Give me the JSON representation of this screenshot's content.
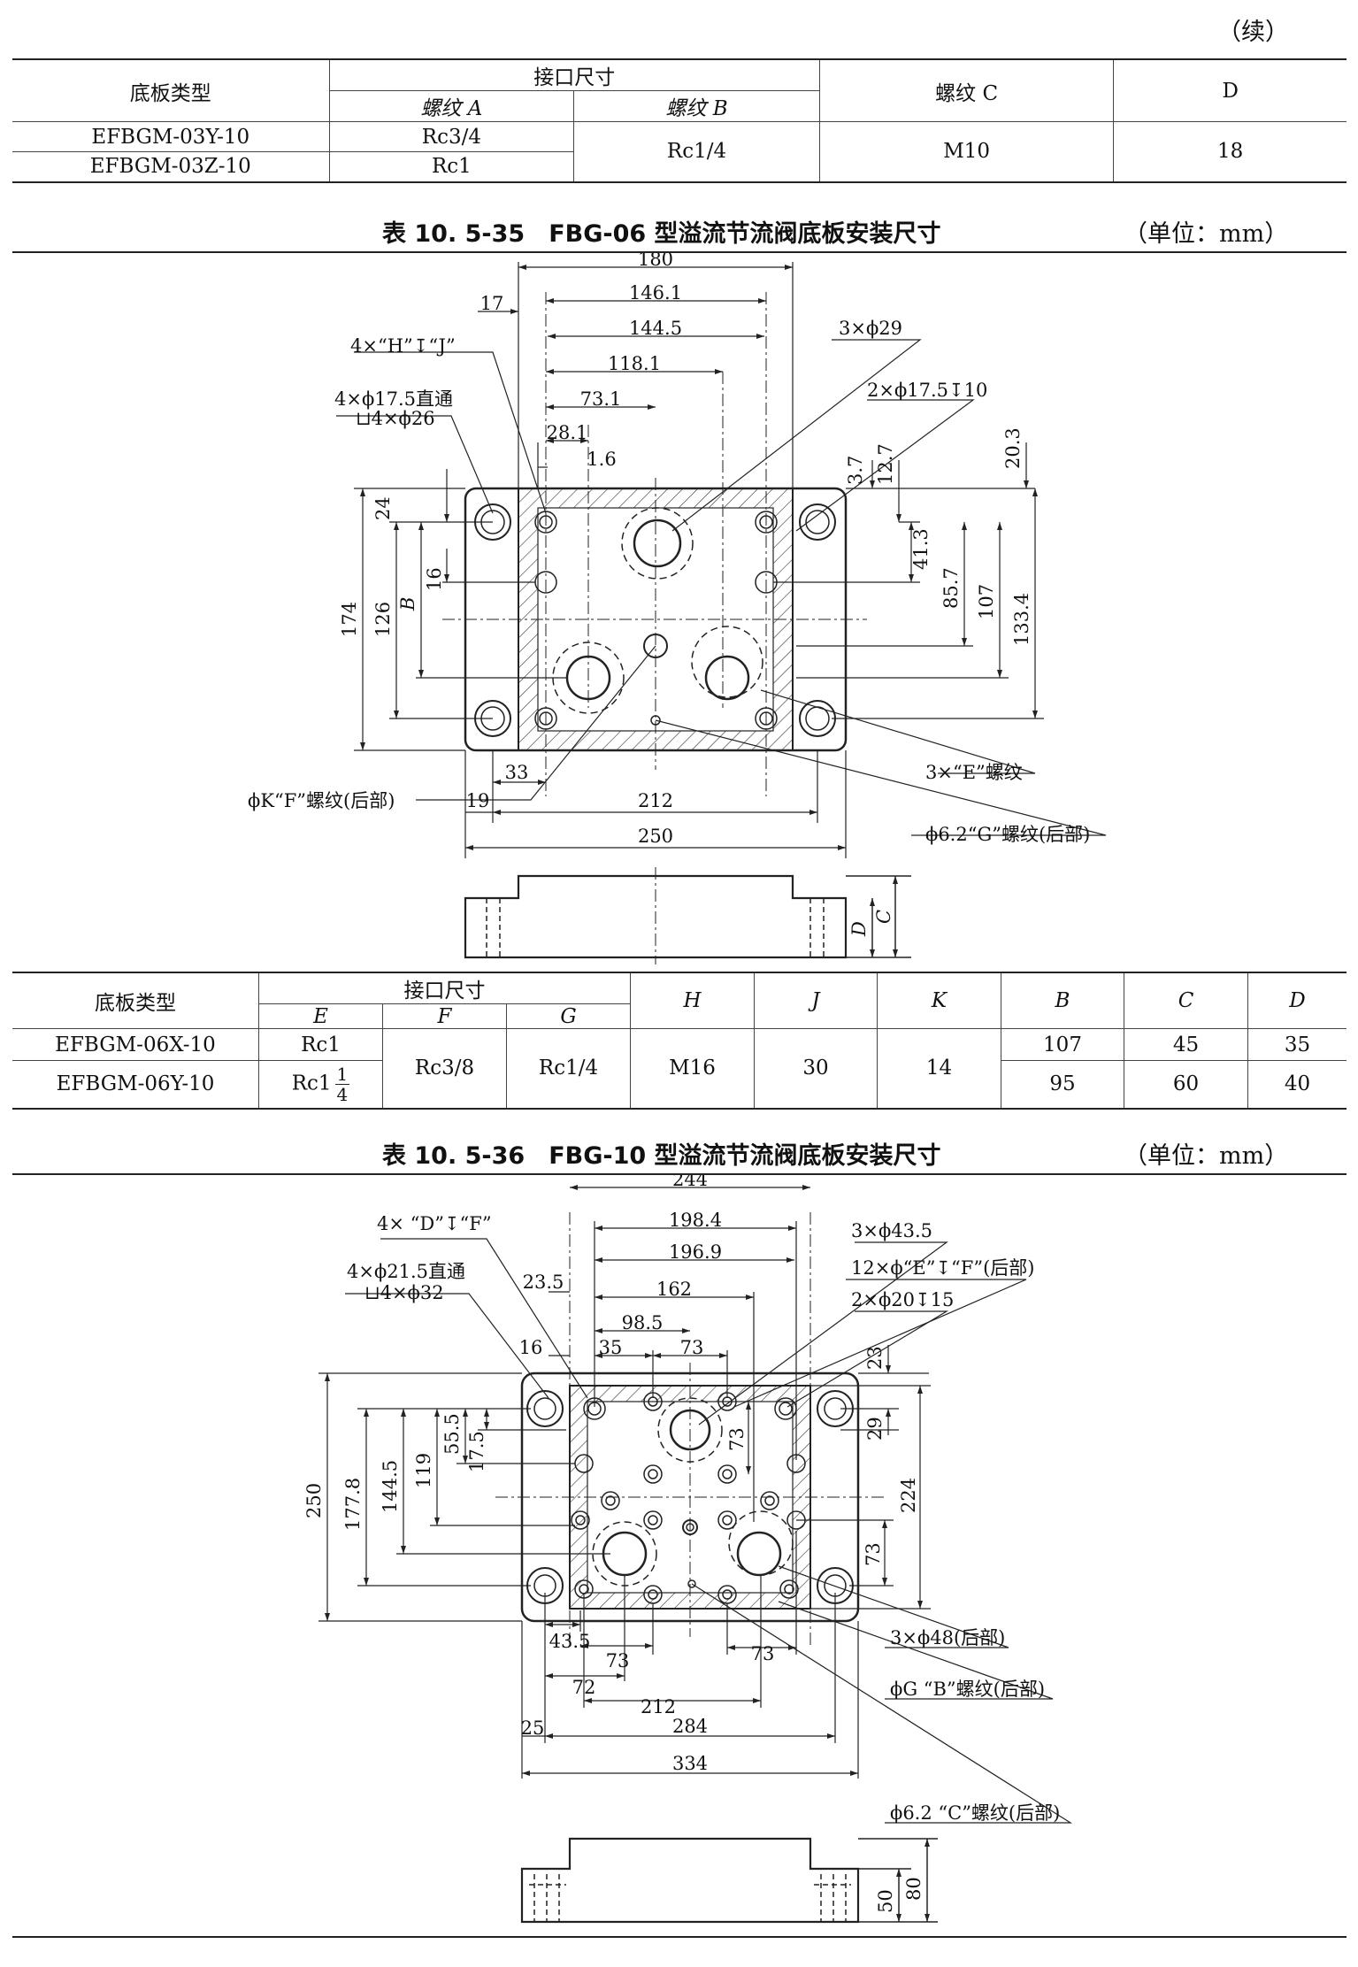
{
  "continued": "（续）",
  "table1": {
    "base_type_header": "底板类型",
    "port_size_header": "接口尺寸",
    "thread_a": "螺纹 A",
    "thread_b": "螺纹 B",
    "thread_c": "螺纹 C",
    "d_header": "D",
    "rows": [
      {
        "type": "EFBGM-03Y-10",
        "a": "Rc3/4"
      },
      {
        "type": "EFBGM-03Z-10",
        "a": "Rc1"
      }
    ],
    "b_value": "Rc1/4",
    "c_value": "M10",
    "d_value": "18"
  },
  "caption2": "表 10. 5-35　FBG-06 型溢流节流阀底板安装尺寸",
  "unit2": "（单位：mm）",
  "fig2": {
    "labels": {
      "d180": "180",
      "d17": "17",
      "d146_1": "146.1",
      "d144_5": "144.5",
      "d118_1": "118.1",
      "d73_1": "73.1",
      "d28_1": "28.1",
      "d1_6": "1.6",
      "h4j": "4×“H”↧“J”",
      "h17_5": "4×ϕ17.5直通",
      "h26": "⊔4×ϕ26",
      "h3x29": "3×ϕ29",
      "h2x17": "2×ϕ17.5↧10",
      "d3_7": "3.7",
      "d12_7": "12.7",
      "d20_3": "20.3",
      "d41_3": "41.3",
      "d85_7": "85.7",
      "d107": "107",
      "d133_4": "133.4",
      "d24": "24",
      "d16": "16",
      "dB": "B",
      "d126": "126",
      "d174": "174",
      "d33": "33",
      "d19": "19",
      "d212": "212",
      "d250": "250",
      "phiK": "ϕK“F”螺纹(后部)",
      "threeE": "3×“E”螺纹",
      "phi62G": "ϕ6.2“G”螺纹(后部)",
      "dD": "D",
      "dC": "C"
    }
  },
  "table2": {
    "base_type_header": "底板类型",
    "port_size_header": "接口尺寸",
    "e": "E",
    "f": "F",
    "g": "G",
    "h": "H",
    "j": "J",
    "k": "K",
    "b": "B",
    "c": "C",
    "d": "D",
    "row1": {
      "type": "EFBGM-06X-10",
      "e": "Rc1",
      "b": "107",
      "c": "45",
      "d": "35"
    },
    "row2": {
      "type": "EFBGM-06Y-10",
      "e_whole": "Rc1",
      "e_num": "1",
      "e_den": "4",
      "b": "95",
      "c": "60",
      "d": "40"
    },
    "f_value": "Rc3/8",
    "g_value": "Rc1/4",
    "h_value": "M16",
    "j_value": "30",
    "k_value": "14"
  },
  "caption3": "表 10. 5-36　FBG-10 型溢流节流阀底板安装尺寸",
  "unit3": "（单位：mm）",
  "fig3": {
    "labels": {
      "d244": "244",
      "d198_4": "198.4",
      "d196_9": "196.9",
      "d162": "162",
      "d98_5": "98.5",
      "d73a": "73",
      "d35": "35",
      "d23_5": "23.5",
      "d16": "16",
      "h4df": "4× “D”↧“F”",
      "h21_5": "4×ϕ21.5直通",
      "h32": "⊔4×ϕ32",
      "h3x43": "3×ϕ43.5",
      "h12e": "12×ϕ“E”↧“F”(后部)",
      "h2x20": "2×ϕ20↧15",
      "d23": "23",
      "d29": "29",
      "d73v": "73",
      "d224": "224",
      "d73r": "73",
      "d250": "250",
      "d177_8": "177.8",
      "d144_5": "144.5",
      "d119": "119",
      "d55_5": "55.5",
      "d17_5": "17.5",
      "d43_5": "43.5",
      "d73b": "73",
      "d72": "72",
      "d73c": "73",
      "d212": "212",
      "d284": "284",
      "d25": "25",
      "d334": "334",
      "h3x48": "3×ϕ48(后部)",
      "phiGB": "ϕG “B”螺纹(后部)",
      "phi62C": "ϕ6.2 “C”螺纹(后部)",
      "d50": "50",
      "d80": "80"
    }
  }
}
